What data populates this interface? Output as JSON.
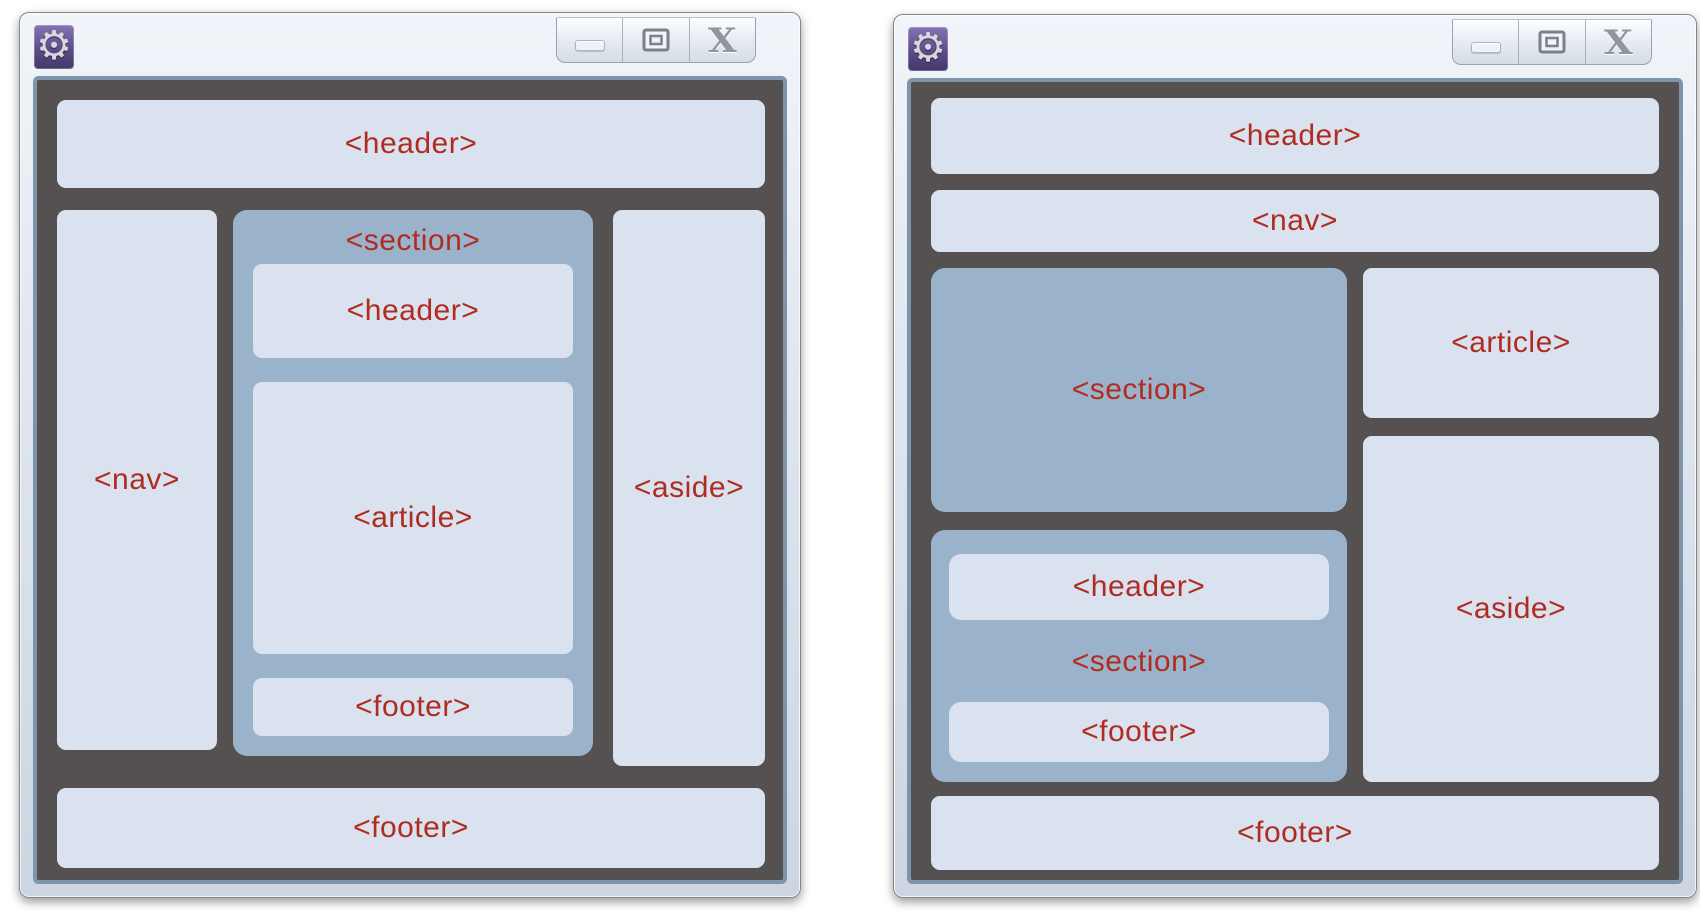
{
  "left_window": {
    "header_label": "<header>",
    "nav_label": "<nav>",
    "section": {
      "label": "<section>",
      "header_label": "<header>",
      "article_label": "<article>",
      "footer_label": "<footer>"
    },
    "aside_label": "<aside>",
    "footer_label": "<footer>"
  },
  "right_window": {
    "header_label": "<header>",
    "nav_label": "<nav>",
    "section_label": "<section>",
    "article_label": "<article>",
    "aside_label": "<aside>",
    "subsection": {
      "header_label": "<header>",
      "label": "<section>",
      "footer_label": "<footer>"
    },
    "footer_label": "<footer>"
  },
  "window_chrome": {
    "app_icon": "gear-icon",
    "gear_glyph": "⚙",
    "minimize_icon": "minimize-icon",
    "maximize_icon": "maximize-icon",
    "close_icon": "close-icon",
    "close_glyph": "X"
  },
  "colors": {
    "content_background": "#545150",
    "panel_light": "#d9e2ee",
    "panel_blue": "#9bb2cb",
    "label_red": "#b02c20",
    "content_border": "#7e94aa",
    "titlebar_top": "#f1f5fa",
    "titlebar_bottom": "#ccd5e1",
    "icon_purple": "#5c4d8a"
  }
}
